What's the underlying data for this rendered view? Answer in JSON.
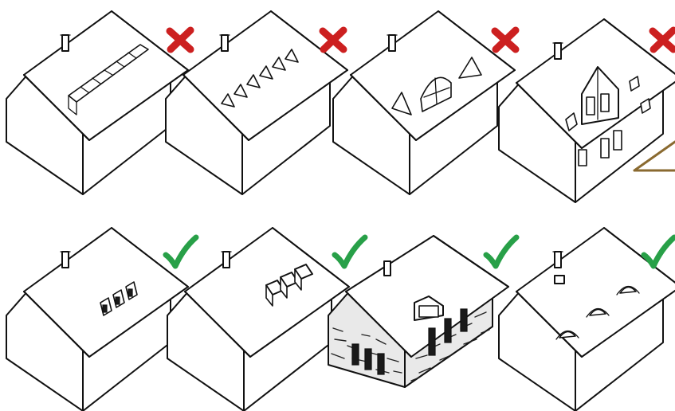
{
  "colors": {
    "cross_mark": "#cc2020",
    "check_mark": "#28a048",
    "accent_wedge": "#8a6a30",
    "ink": "#111111"
  },
  "rows": [
    {
      "verdict": "incorrect",
      "mark_icon": "red-cross-icon",
      "houses": [
        "continuous-ribbon-window",
        "row-of-small-triangular-dormers",
        "mixed-triangle-and-arched-dormers",
        "oversized-gable-dormer-with-skylights"
      ]
    },
    {
      "verdict": "correct",
      "mark_icon": "green-check-icon",
      "houses": [
        "three-flush-skylights",
        "three-small-box-dormers",
        "stone-house-with-single-dormer",
        "three-small-eyebrow-vents"
      ]
    }
  ]
}
